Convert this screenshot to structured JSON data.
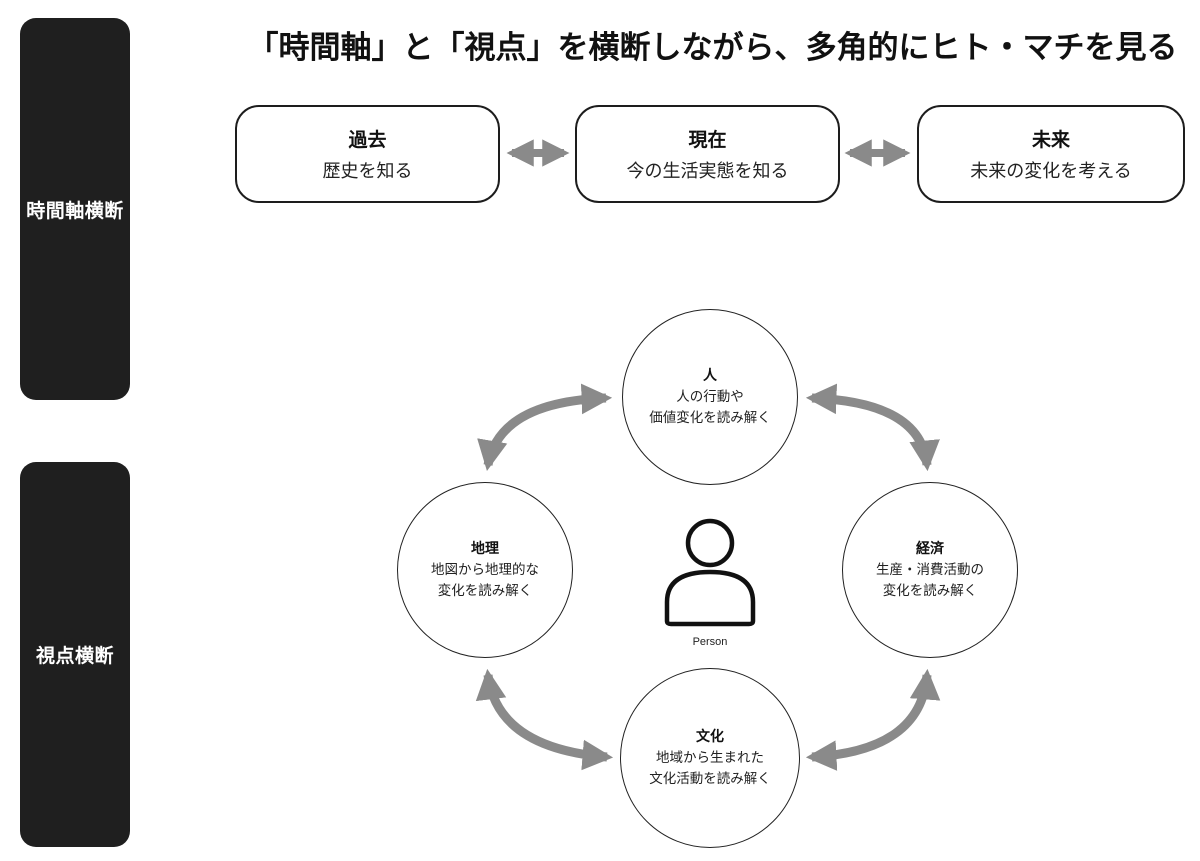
{
  "page": {
    "title": "「時間軸」と「視点」を横断しながら、多角的にヒト・マチを見る"
  },
  "sidebar": {
    "time_axis_label": "時間軸横断",
    "viewpoint_label": "視点横断"
  },
  "timeline": {
    "nodes": [
      {
        "title": "過去",
        "subtitle": "歴史を知る"
      },
      {
        "title": "現在",
        "subtitle": "今の生活実態を知る"
      },
      {
        "title": "未来",
        "subtitle": "未来の変化を考える"
      }
    ]
  },
  "viewpoints": {
    "center_label": "Person",
    "nodes": [
      {
        "title": "人",
        "lines": [
          "人の行動や",
          "価値変化を読み解く"
        ]
      },
      {
        "title": "経済",
        "lines": [
          "生産・消費活動の",
          "変化を読み解く"
        ]
      },
      {
        "title": "地理",
        "lines": [
          "地図から地理的な",
          "変化を読み解く"
        ]
      },
      {
        "title": "文化",
        "lines": [
          "地域から生まれた",
          "文化活動を読み解く"
        ]
      }
    ]
  },
  "colors": {
    "arrow": "#8a8a8a",
    "pill_bg": "#1f1f1f",
    "outline": "#1d1d1d"
  }
}
